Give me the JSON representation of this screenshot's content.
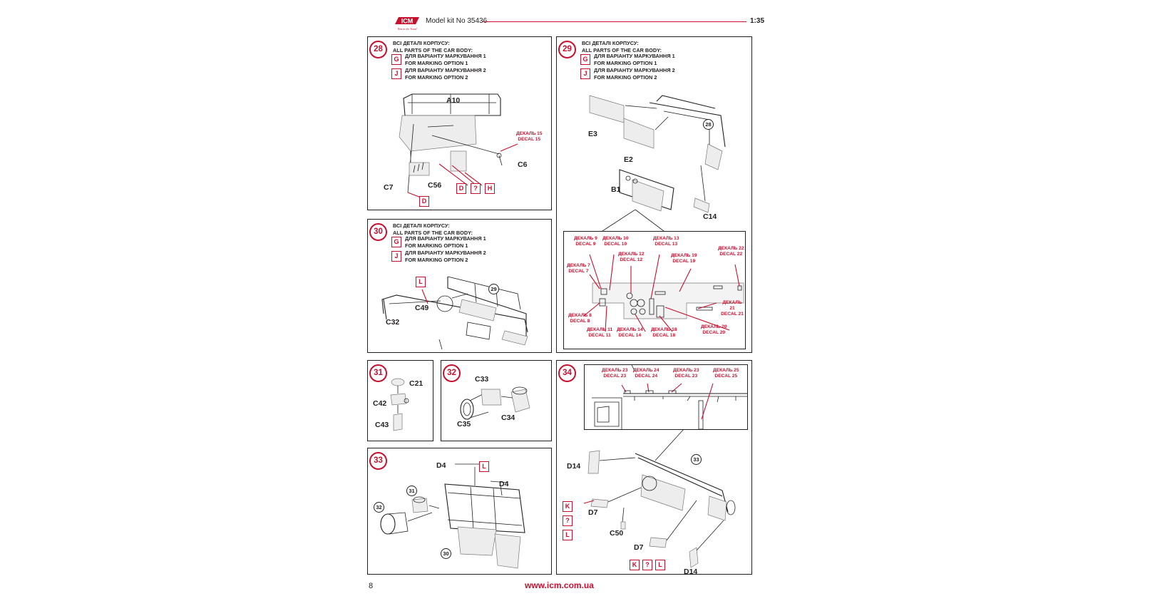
{
  "header": {
    "brand": "ICM",
    "tagline": "Was in the Trend",
    "title": "Model kit No 35436",
    "scale": "1:35"
  },
  "instructions": {
    "all_parts_ua": "ВСІ ДЕТАЛІ КОРПУСУ:",
    "all_parts_en": "ALL PARTS OF THE CAR BODY:",
    "opt1_ua": "ДЛЯ ВАРІАНТУ МАРКУВАННЯ 1",
    "opt1_en": "FOR MARKING OPTION 1",
    "opt2_ua": "ДЛЯ ВАРІАНТУ МАРКУВАННЯ 2",
    "opt2_en": "FOR MARKING OPTION 2",
    "mark_g": "G",
    "mark_j": "J"
  },
  "steps": {
    "s28": {
      "number": "28",
      "labels": {
        "a10": "A10",
        "c6": "C6",
        "c7": "C7",
        "c56": "C56"
      },
      "decal": "ДЕКАЛЬ 15\nDECAL 15",
      "marks": [
        "D",
        "?",
        "H"
      ],
      "mark_c7": "D"
    },
    "s29": {
      "number": "29",
      "ref": "28",
      "labels": {
        "e3": "E3",
        "e2": "E2",
        "b1": "B1",
        "c14": "C14"
      },
      "decals": {
        "d9": "ДЕКАЛЬ 9\nDECAL 9",
        "d10": "ДЕКАЛЬ 10\nDECAL 10",
        "d13": "ДЕКАЛЬ 13\nDECAL 13",
        "d22": "ДЕКАЛЬ 22\nDECAL 22",
        "d12": "ДЕКАЛЬ 12\nDECAL 12",
        "d19": "ДЕКАЛЬ 19\nDECAL 19",
        "d7": "ДЕКАЛЬ 7\nDECAL 7",
        "d21": "ДЕКАЛЬ 21\nDECAL 21",
        "d8": "ДЕКАЛЬ 8\nDECAL 8",
        "d20": "ДЕКАЛЬ 20\nDECAL 20",
        "d11": "ДЕКАЛЬ 11\nDECAL 11",
        "d14": "ДЕКАЛЬ 14\nDECAL 14",
        "d18": "ДЕКАЛЬ 18\nDECAL 18"
      }
    },
    "s30": {
      "number": "30",
      "ref": "29",
      "labels": {
        "c49": "C49",
        "c32": "C32"
      },
      "mark": "L"
    },
    "s31": {
      "number": "31",
      "labels": {
        "c21": "C21",
        "c42": "C42",
        "c43": "C43"
      }
    },
    "s32": {
      "number": "32",
      "labels": {
        "c33": "C33",
        "c35": "C35",
        "c34": "C34"
      }
    },
    "s33": {
      "number": "33",
      "refs": [
        "31",
        "32",
        "30"
      ],
      "labels": {
        "d4a": "D4",
        "d4b": "D4"
      },
      "mark": "L"
    },
    "s34": {
      "number": "34",
      "ref": "33",
      "labels": {
        "d14a": "D14",
        "d7a": "D7",
        "c50": "C50",
        "d7b": "D7",
        "d14b": "D14"
      },
      "decals": {
        "d23a": "ДЕКАЛЬ 23\nDECAL 23",
        "d24": "ДЕКАЛЬ 24\nDECAL 24",
        "d23b": "ДЕКАЛЬ 23\nDECAL 23",
        "d25": "ДЕКАЛЬ 25\nDECAL 25"
      },
      "side_marks": [
        "K",
        "?",
        "L"
      ],
      "bottom_marks": [
        "K",
        "?",
        "L"
      ]
    }
  },
  "footer": {
    "page_number": "8",
    "url": "www.icm.com.ua"
  },
  "colors": {
    "accent": "#c8102e",
    "ink": "#231f20"
  }
}
